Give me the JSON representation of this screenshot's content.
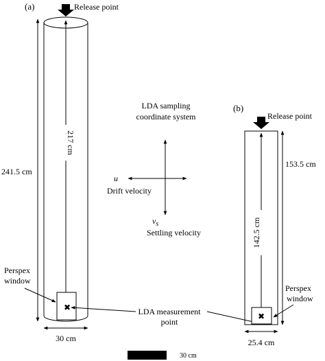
{
  "panel_a": {
    "label": "(a)",
    "release_label": "Release point",
    "height_label": "241.5 cm",
    "drop_label": "217 cm",
    "width_label": "30 cm",
    "perspex_line1": "Perspex",
    "perspex_line2": "window"
  },
  "panel_b": {
    "label": "(b)",
    "release_label": "Release point",
    "height_label": "153.5 cm",
    "drop_label": "142.5 cm",
    "width_label": "25.4 cm",
    "perspex_line1": "Perspex",
    "perspex_line2": "window"
  },
  "coordinate_system": {
    "title_line1": "LDA sampling",
    "title_line2": "coordinate system",
    "u_symbol": "u",
    "drift_label": "Drift velocity",
    "vs_symbol": "v",
    "vs_subscript": "s",
    "settling_label": "Settling velocity"
  },
  "measurement": {
    "line1": "LDA measurement",
    "line2": "point",
    "marker": "✖"
  },
  "scale_bar": {
    "label": "30 cm"
  }
}
